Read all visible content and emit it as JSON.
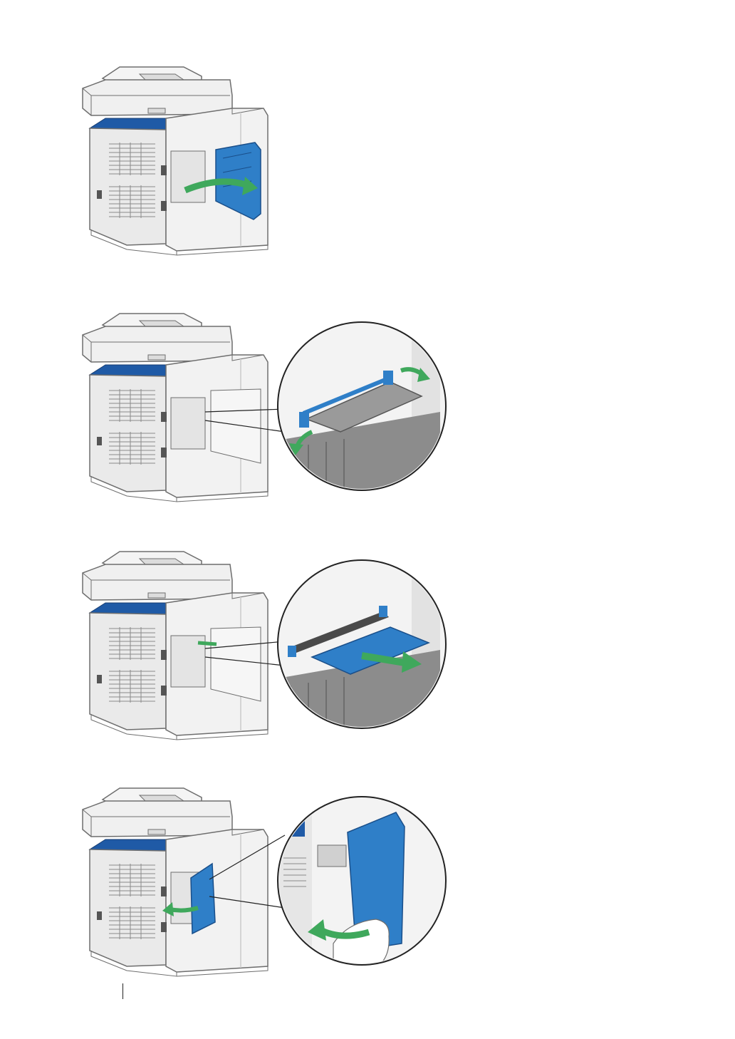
{
  "document": {
    "figures": [
      {
        "name": "printer-side-cover-open"
      },
      {
        "name": "release-clips-on-memory-module"
      },
      {
        "name": "pull-out-memory-module"
      },
      {
        "name": "close-side-cover"
      }
    ]
  },
  "colors": {
    "printer_body": "#efefef",
    "printer_outline": "#6e6e6e",
    "printer_shadow": "#d4d4d4",
    "accent_blue": "#2f7fc8",
    "dark_blue": "#1f5aa6",
    "arrow_green": "#3fa85c",
    "module_gray": "#9a9a9a",
    "slot_dark": "#4a4a4a"
  }
}
